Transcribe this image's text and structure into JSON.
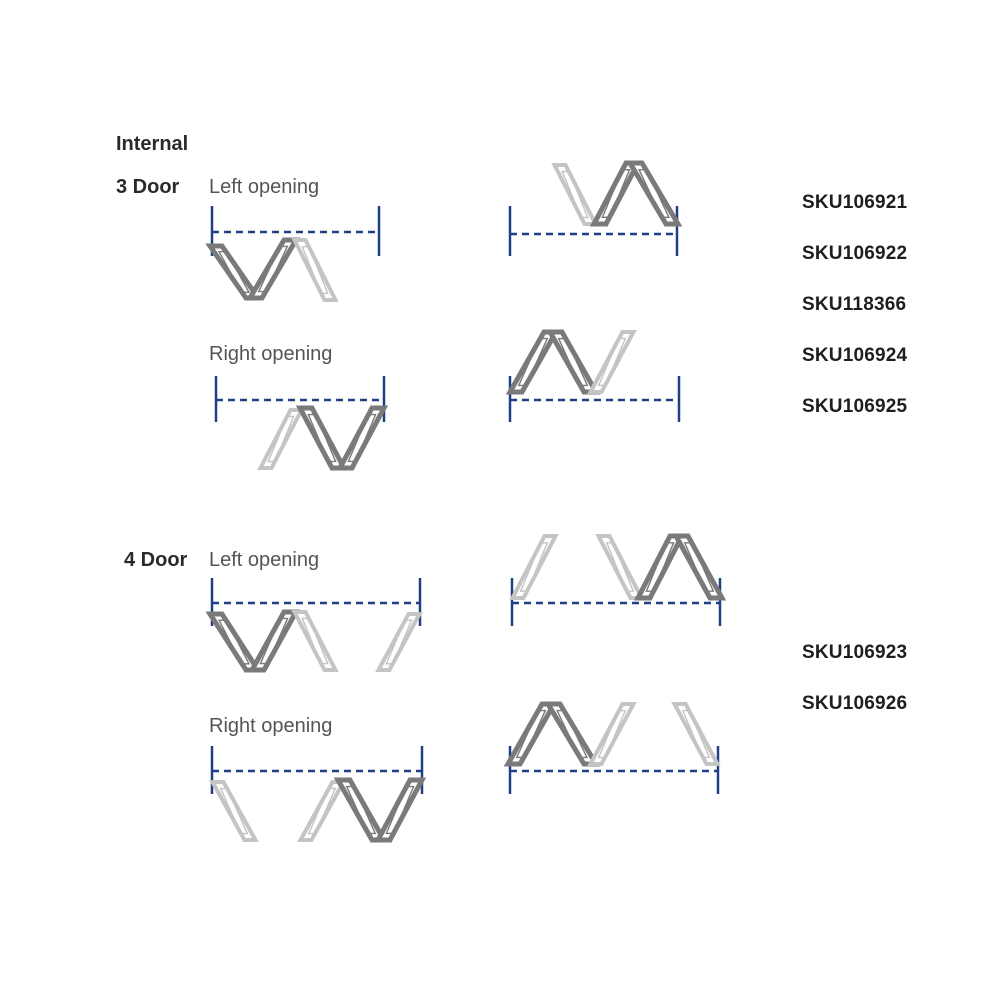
{
  "section_title": "Internal",
  "groups": [
    {
      "label": "3 Door"
    },
    {
      "label": "4 Door"
    }
  ],
  "openings": {
    "left": "Left opening",
    "right": "Right opening"
  },
  "skus_3door": [
    "SKU106921",
    "SKU106922",
    "SKU118366",
    "SKU106924",
    "SKU106925"
  ],
  "skus_4door": [
    "SKU106923",
    "SKU106926"
  ],
  "colors": {
    "track": "#1f3f86",
    "panel_dark": "#7a7a7a",
    "panel_light": "#c4c4c4"
  }
}
